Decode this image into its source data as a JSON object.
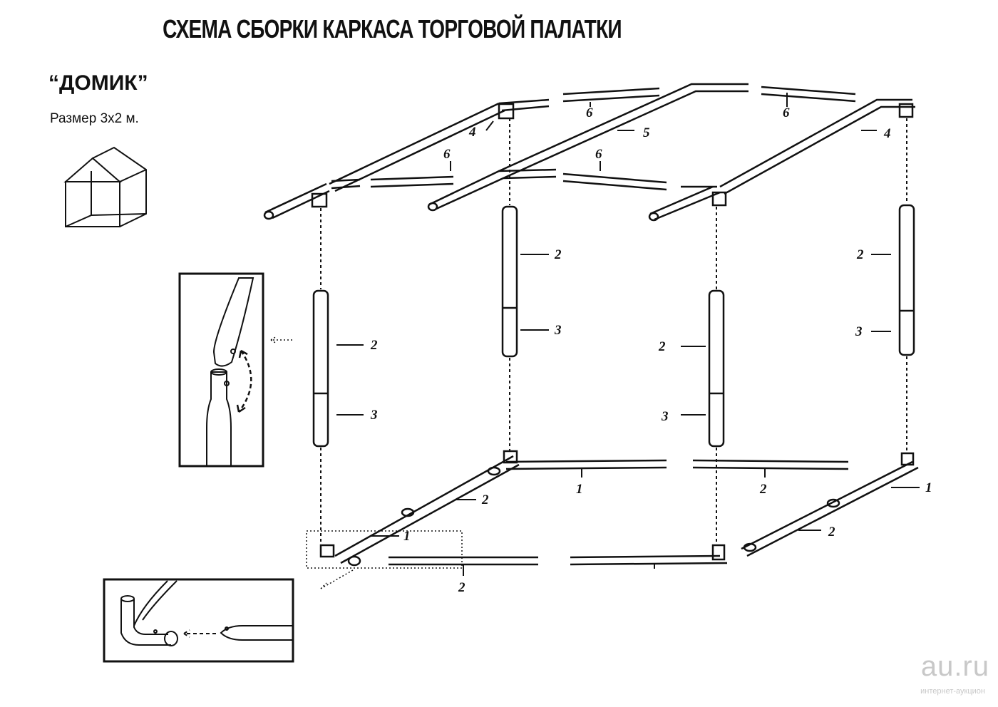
{
  "title": "СХЕМА СБОРКИ КАРКАСА ТОРГОВОЙ ПАЛАТКИ",
  "subtitle": "“ДОМИК”",
  "size_label": "Размер 3x2 м.",
  "part_labels": {
    "top_side": "4",
    "ridge": "5",
    "top_cross": "6",
    "upper_post": "2",
    "lower_post": "3",
    "base_corner": "1",
    "base_bar": "2"
  },
  "watermark": {
    "logo": "au.ru",
    "caption": "интернет-аукцион"
  }
}
